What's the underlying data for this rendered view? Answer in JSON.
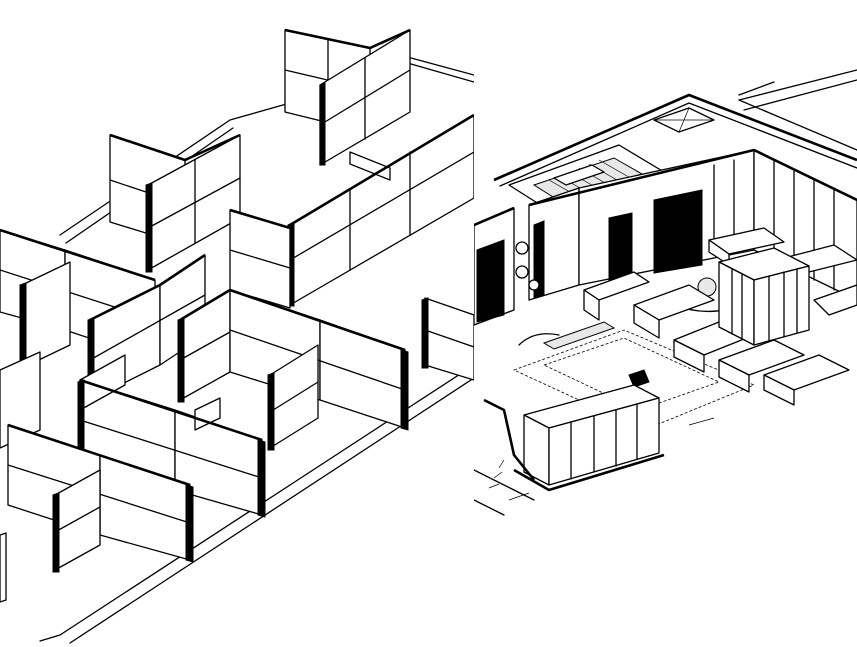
{
  "views": [
    {
      "id": "left",
      "description_name": "cubicle-workstations-view"
    },
    {
      "id": "right",
      "description_name": "office-floor-plan-view"
    }
  ],
  "colors": {
    "line": "#000000",
    "background": "#ffffff",
    "fill": "#e8e8e8"
  }
}
